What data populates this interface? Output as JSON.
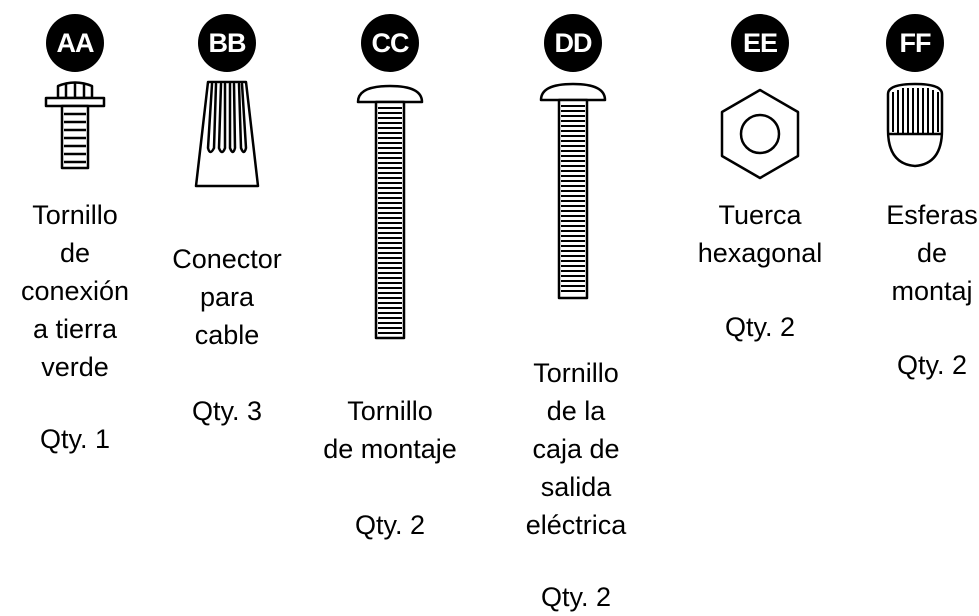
{
  "parts": [
    {
      "badge": "AA",
      "icon": "ground-screw-icon",
      "name": "Tornillo\nde\nconexión\na tierra\nverde",
      "qty": "Qty. 1"
    },
    {
      "badge": "BB",
      "icon": "wire-connector-icon",
      "name": "Conector\npara\ncable",
      "qty": "Qty. 3"
    },
    {
      "badge": "CC",
      "icon": "mounting-screw-icon",
      "name": "Tornillo\nde montaje",
      "qty": "Qty. 2"
    },
    {
      "badge": "DD",
      "icon": "outlet-box-screw-icon",
      "name": "Tornillo\nde la\ncaja de\nsalida\neléctrica",
      "qty": "Qty. 2"
    },
    {
      "badge": "EE",
      "icon": "hex-nut-icon",
      "name": "Tuerca\nhexagonal",
      "qty": "Qty. 2"
    },
    {
      "badge": "FF",
      "icon": "mounting-ball-icon",
      "name": "Esferas\nde\nmontaj",
      "qty": "Qty. 2"
    }
  ]
}
